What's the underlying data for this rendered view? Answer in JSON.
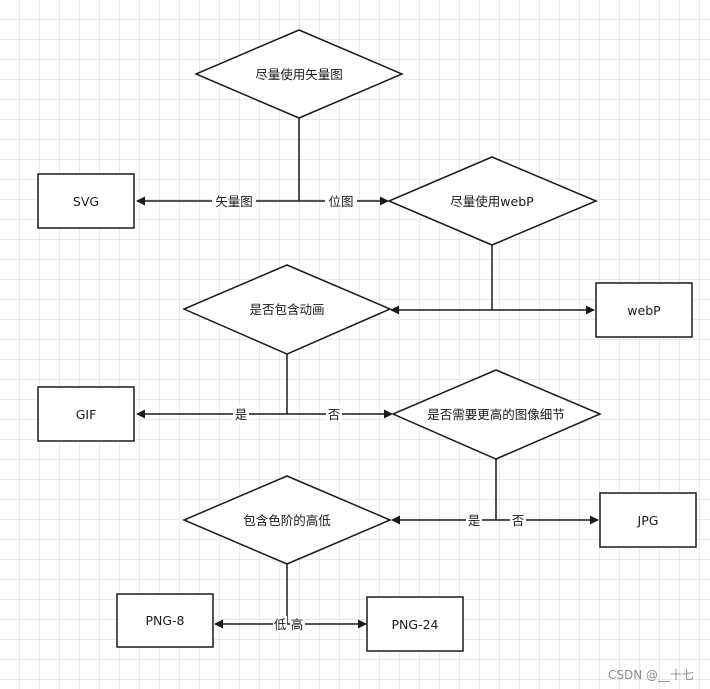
{
  "nodes": {
    "d1": "尽量使用矢量图",
    "svg": "SVG",
    "d2": "尽量使用webP",
    "d3": "是否包含动画",
    "webp": "webP",
    "gif": "GIF",
    "d4": "是否需要更高的图像细节",
    "d5": "包含色阶的高低",
    "jpg": "JPG",
    "png8": "PNG-8",
    "png24": "PNG-24"
  },
  "edges": {
    "vector": "矢量图",
    "bitmap": "位图",
    "yes1": "是",
    "no1": "否",
    "yes2": "是",
    "no2": "否",
    "low": "低",
    "high": "高"
  },
  "watermark": "CSDN @__十七"
}
